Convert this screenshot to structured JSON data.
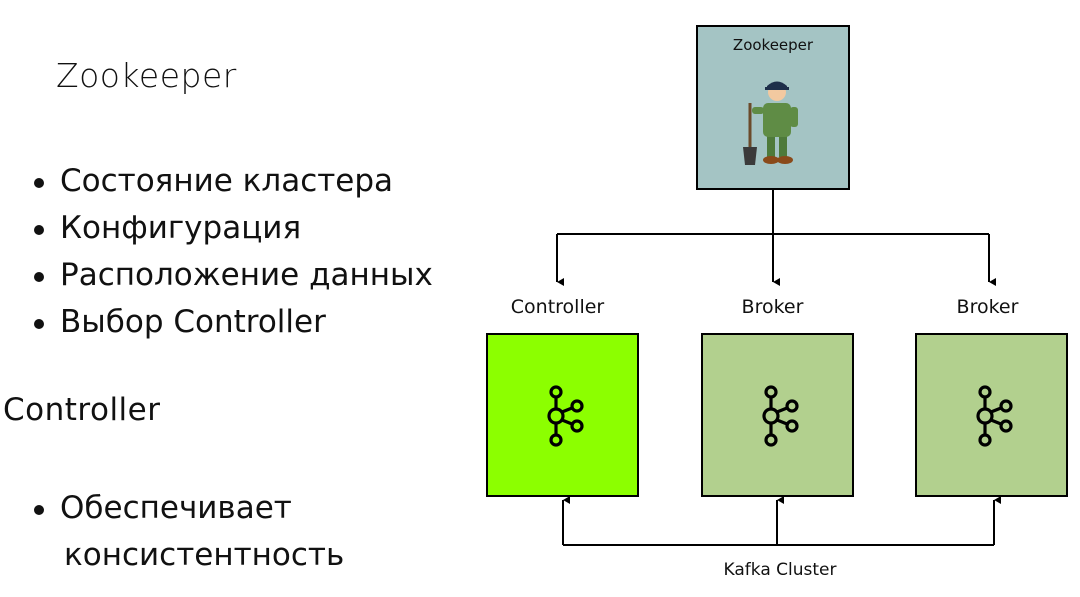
{
  "left": {
    "zookeeper_heading": "Zookeeper",
    "zookeeper_items": [
      "Состояние кластера",
      "Конфигурация",
      "Расположение данных",
      "Выбор Controller"
    ],
    "controller_heading": "Controller",
    "controller_items": {
      "line1": "Обеспечивает",
      "line2": "консистентность"
    }
  },
  "diagram": {
    "zookeeper_label": "Zookeeper",
    "nodes": [
      "Controller",
      "Broker",
      "Broker"
    ],
    "cluster_label": "Kafka Cluster",
    "colors": {
      "zookeeper_box": "#a4c4c4",
      "controller_box": "#8cff00",
      "broker_box": "#b2d08e"
    }
  }
}
